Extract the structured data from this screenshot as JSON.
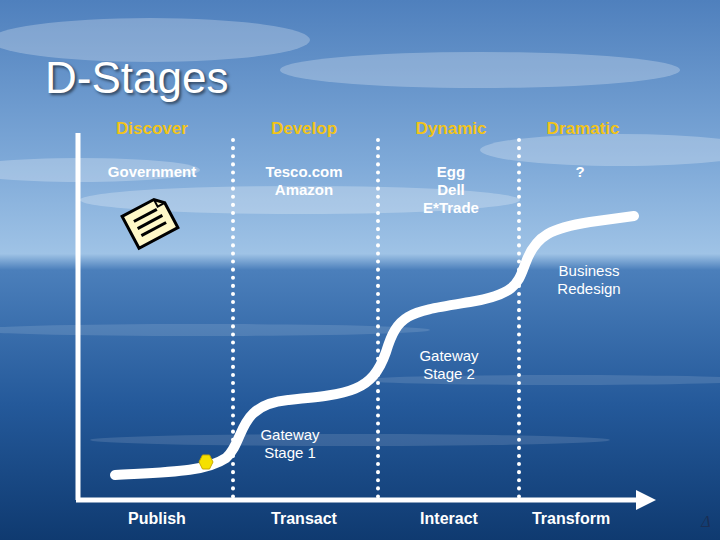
{
  "diagram": {
    "title": "D-Stages",
    "labels": [
      "Discover",
      "Develop",
      "Dynamic",
      "Dramatic",
      "Government",
      "Tesco.com Amazon",
      "Egg Dell E*Trade",
      "?",
      "Gateway Stage 1",
      "Gateway Stage 2",
      "Business Redesign",
      "Publish",
      "Transact",
      "Interact",
      "Transform",
      "Δ"
    ]
  }
}
